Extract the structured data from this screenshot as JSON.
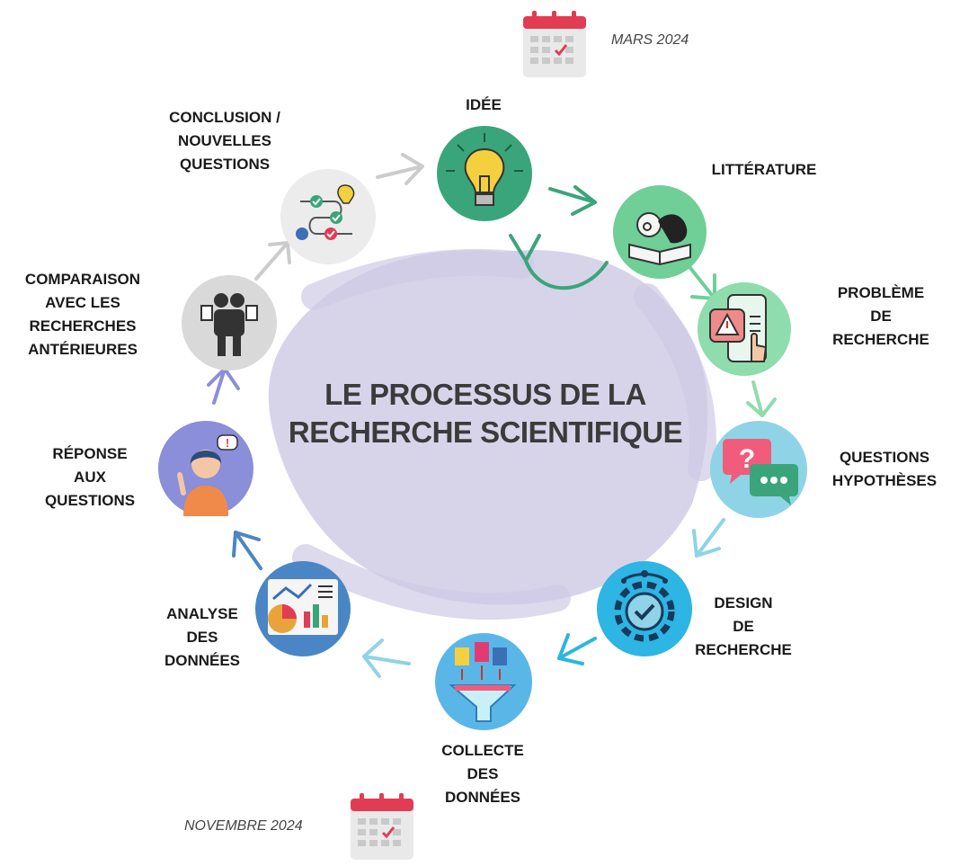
{
  "title": "LE PROCESSUS DE LA\nRECHERCHE SCIENTIFIQUE",
  "dates": {
    "start": "MARS 2024",
    "end": "NOVEMBRE 2024"
  },
  "steps": [
    {
      "label": "IDÉE",
      "color": "#3aa57a",
      "icon": "lightbulb-icon"
    },
    {
      "label": "LITTÉRATURE",
      "color": "#6fcf97",
      "icon": "reading-book-icon"
    },
    {
      "label": "PROBLÈME\nDE\nRECHERCHE",
      "color": "#8fdcac",
      "icon": "phone-warning-icon"
    },
    {
      "label": "QUESTIONS\nHYPOTHÈSES",
      "color": "#8fd3e6",
      "icon": "chat-question-icon"
    },
    {
      "label": "DESIGN\nDE\nRECHERCHE",
      "color": "#2db5e3",
      "icon": "gear-check-icon"
    },
    {
      "label": "COLLECTE\nDES\nDONNÉES",
      "color": "#5bb6e8",
      "icon": "funnel-documents-icon"
    },
    {
      "label": "ANALYSE\nDES\nDONNÉES",
      "color": "#4a86c5",
      "icon": "analytics-chart-icon"
    },
    {
      "label": "RÉPONSE\nAUX\nQUESTIONS",
      "color": "#8b8ed8",
      "icon": "thinking-woman-icon"
    },
    {
      "label": "COMPARAISON\nAVEC LES\nRECHERCHES\nANTÉRIEURES",
      "color": "#d9d9d9",
      "icon": "comparing-people-icon"
    },
    {
      "label": "CONCLUSION /\nNOUVELLES\nQUESTIONS",
      "color": "#ececec",
      "icon": "flowchart-idea-icon"
    }
  ],
  "icons": {
    "calendar": "calendar-icon",
    "loop_arrow": "loop-arrow-icon"
  }
}
